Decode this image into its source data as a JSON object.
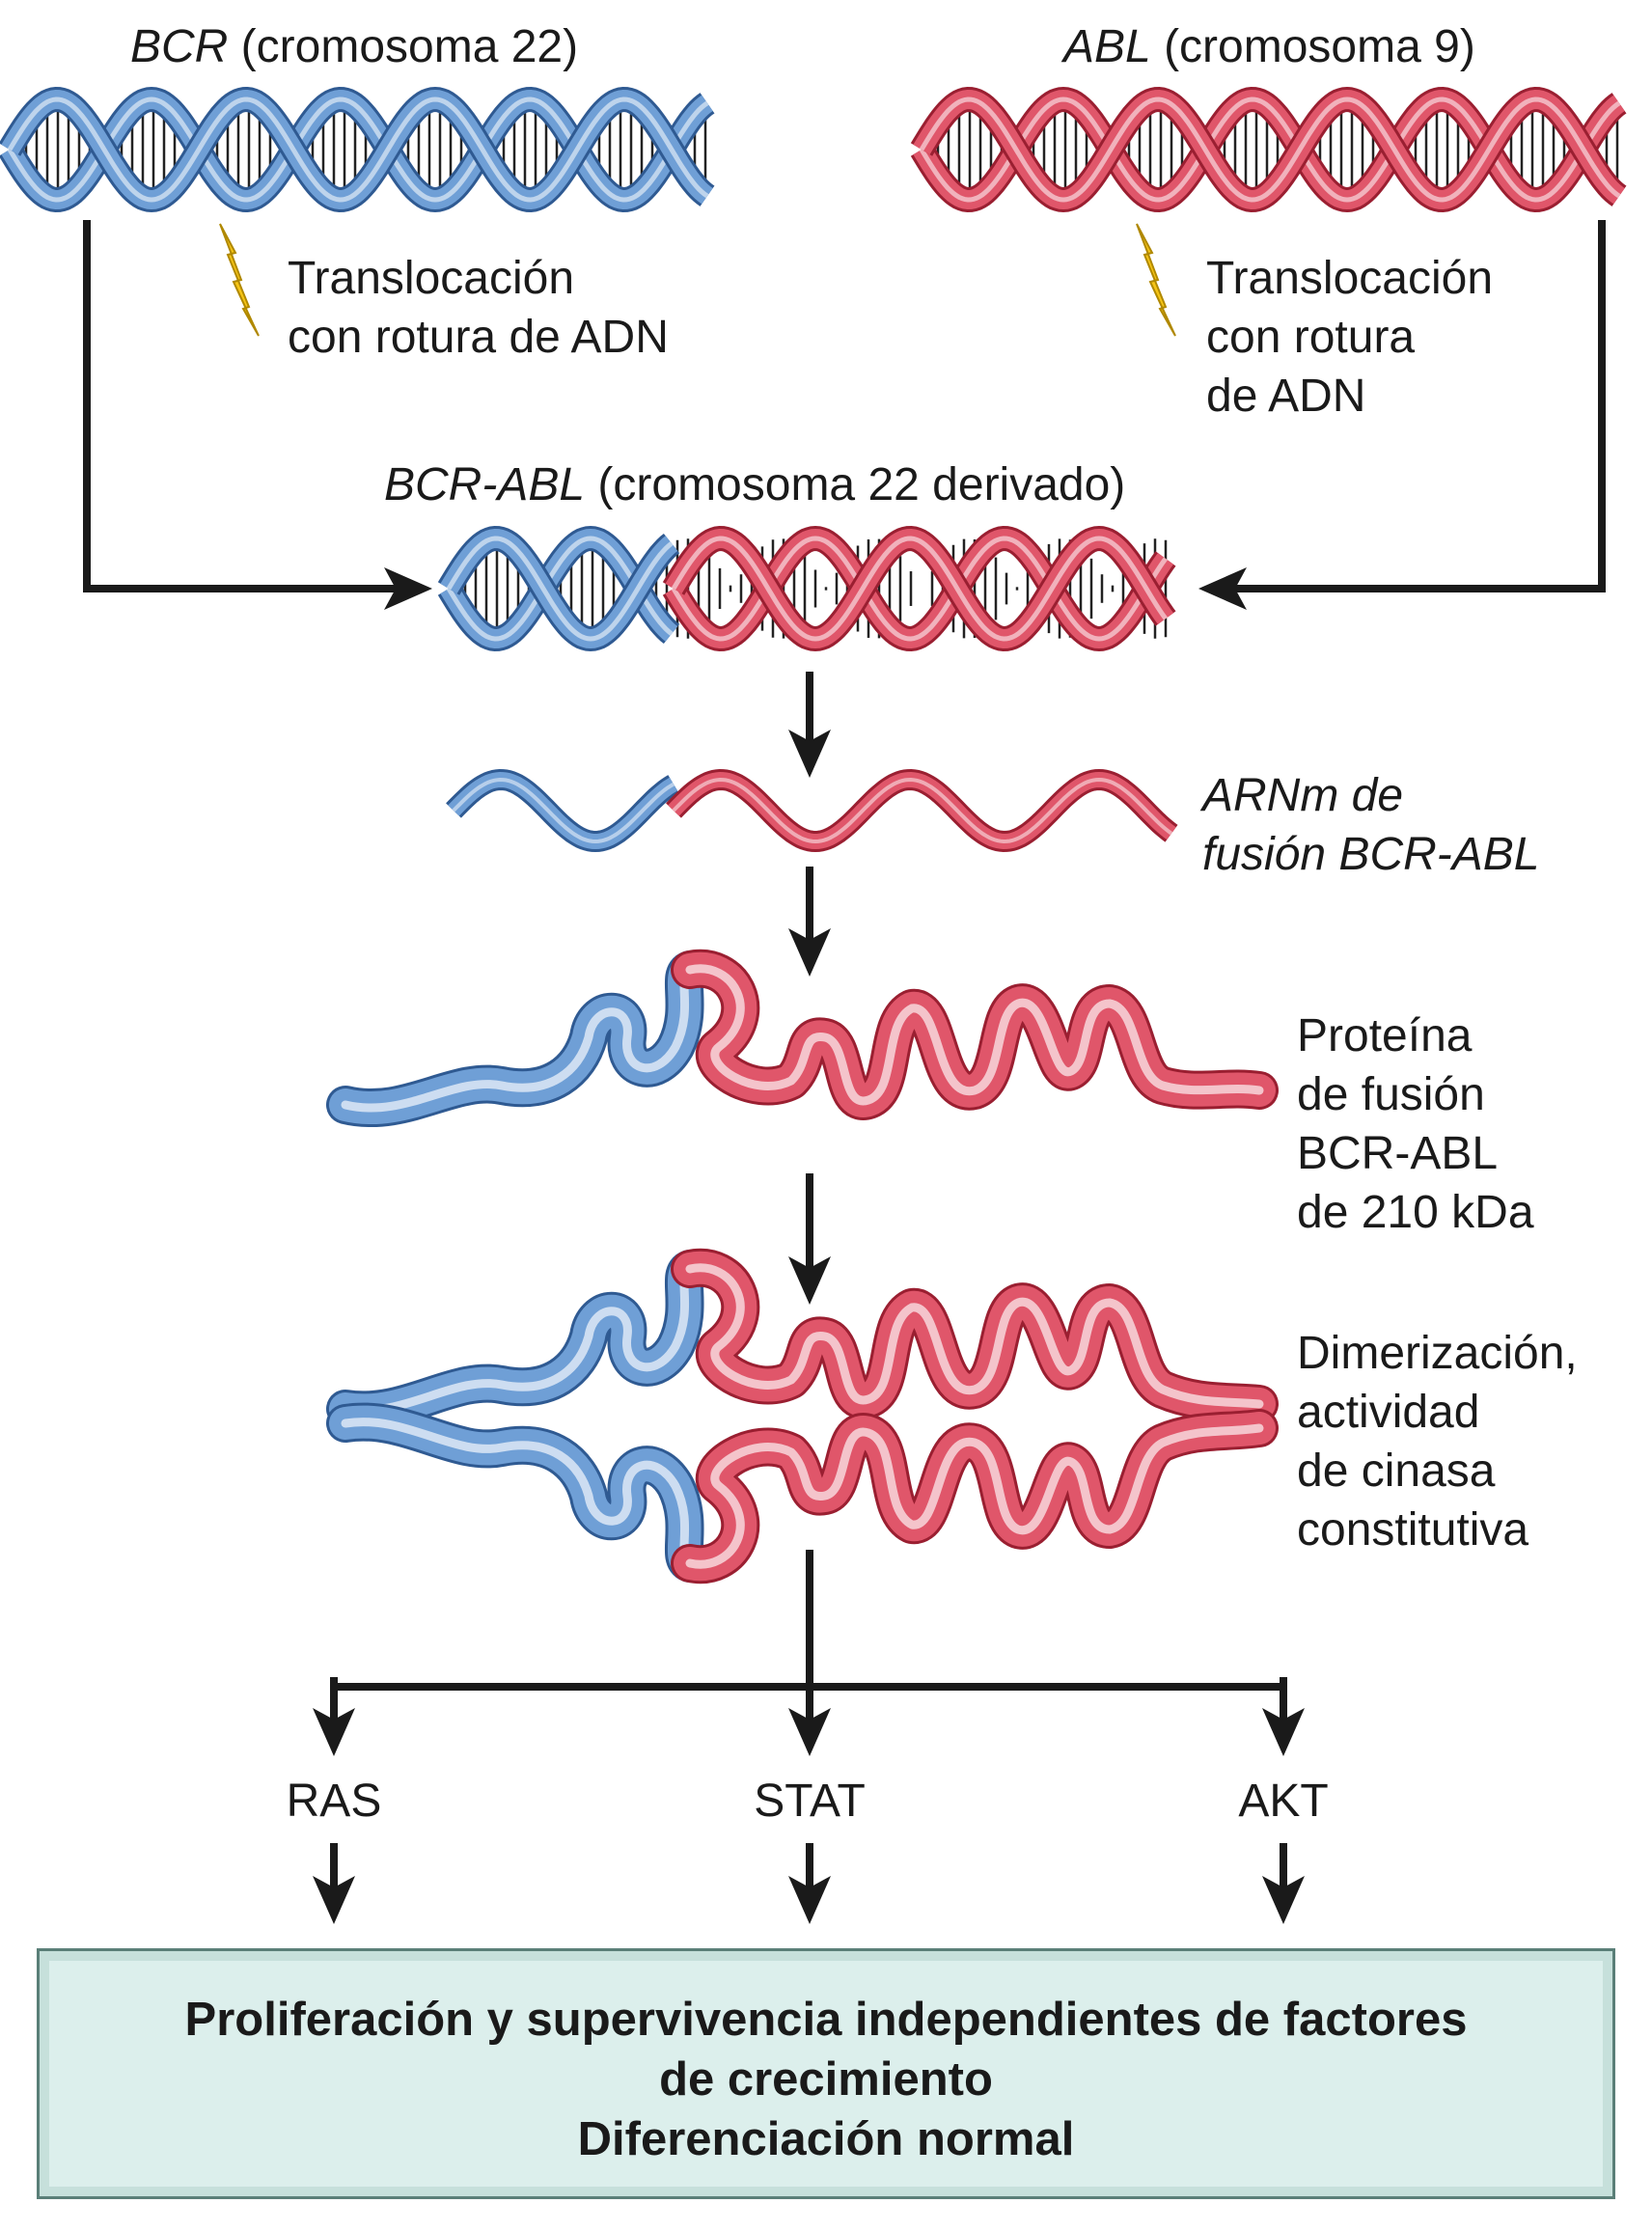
{
  "bcr_header": {
    "gene": "BCR",
    "rest": " (cromosoma 22)"
  },
  "abl_header": {
    "gene": "ABL",
    "rest": " (cromosoma 9)"
  },
  "break_left": [
    "Translocación",
    "con rotura de ADN"
  ],
  "break_right": [
    "Translocación",
    "con rotura",
    "de ADN"
  ],
  "fusion_header": {
    "gene": "BCR-ABL",
    "rest": " (cromosoma 22 derivado)"
  },
  "mrna_label": [
    "ARNm de",
    "fusión BCR-ABL"
  ],
  "protein_label": [
    "Proteína",
    "de fusión",
    "BCR-ABL",
    "de 210 kDa"
  ],
  "dimer_label": [
    "Dimerización,",
    "actividad",
    "de cinasa",
    "constitutiva"
  ],
  "pathways": [
    "RAS",
    "STAT",
    "AKT"
  ],
  "outcome": [
    "Proliferación y supervivencia independientes de factores",
    "de crecimiento",
    "Diferenciación normal"
  ],
  "colors": {
    "bcr_blue": "#6f9fd6",
    "abl_red": "#e0566a",
    "lightning": "#f6c516",
    "arrow": "#1a1a1a",
    "box_fill": "#dcefec"
  }
}
